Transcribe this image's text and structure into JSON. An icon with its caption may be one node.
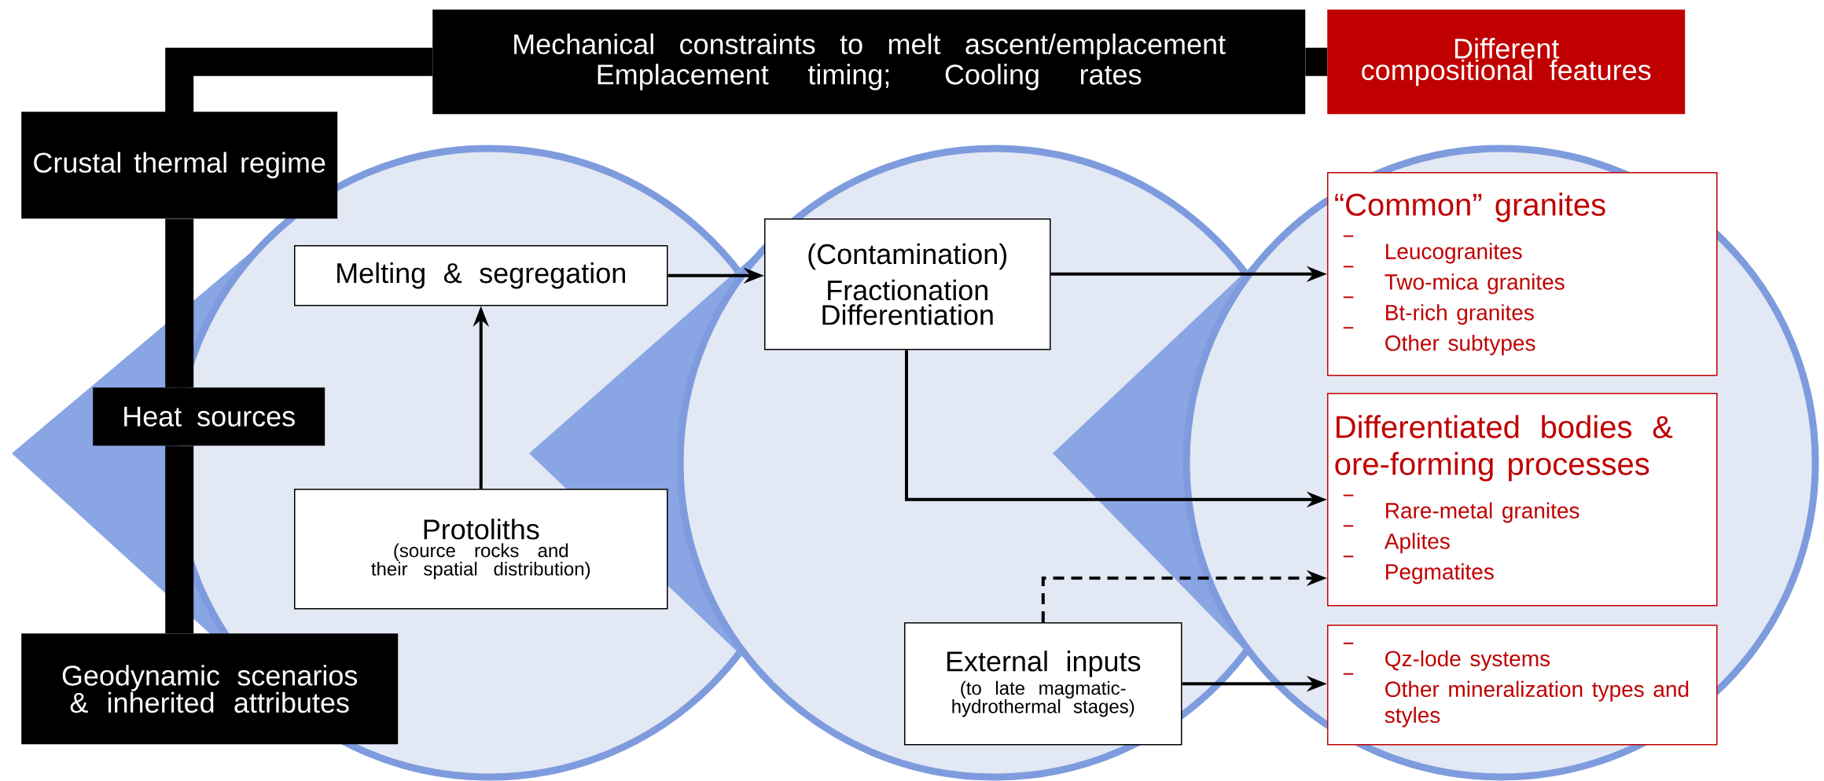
{
  "diagram": {
    "nodes": [
      {
        "text": [
          "Mechanical constraints to melt ascent/emplacement",
          "Emplacement timing; Cooling rates"
        ]
      },
      {
        "text": [
          "Different compositional features"
        ]
      },
      {
        "text": [
          "Crustal thermal regime"
        ]
      },
      {
        "text": [
          "Melting & segregation"
        ]
      },
      {
        "text": [
          "(Contamination)",
          "Fractionation",
          "Differentiation"
        ]
      },
      {
        "text": [
          "“Common” granites",
          "Leucogranites",
          "Two-mica granites",
          "Bt-rich granites",
          "Other subtypes"
        ]
      },
      {
        "text": [
          "Heat sources"
        ]
      },
      {
        "text": [
          "Differentiated bodies & ore-forming processes",
          "Rare-metal granites",
          "Aplites",
          "Pegmatites"
        ]
      },
      {
        "text": [
          "Protoliths",
          "(source rocks and their spatial distribution)"
        ]
      },
      {
        "text": [
          "External inputs",
          "(to late magmatic-hydrothermal stages)"
        ]
      },
      {
        "text": [
          "Qz-lode systems",
          "Other mineralization types and styles"
        ]
      },
      {
        "text": [
          "Geodynamic scenarios & inherited attributes"
        ]
      }
    ],
    "edges": [
      {
        "from": 2,
        "to": 0,
        "arrow": "none",
        "style": "thick"
      },
      {
        "from": 0,
        "to": 1,
        "arrow": "none",
        "style": "thick"
      },
      {
        "from": 2,
        "to": 6,
        "arrow": "none",
        "style": "thick"
      },
      {
        "from": 6,
        "to": 11,
        "arrow": "none",
        "style": "thick"
      },
      {
        "from": 8,
        "to": 3,
        "arrow": "to"
      },
      {
        "from": 3,
        "to": 4,
        "arrow": "to"
      },
      {
        "from": 4,
        "to": 5,
        "arrow": "to"
      },
      {
        "from": 4,
        "to": 7,
        "arrow": "to"
      },
      {
        "from": 9,
        "to": 7,
        "arrow": "to",
        "style": "dashed"
      },
      {
        "from": 9,
        "to": 10,
        "arrow": "to"
      }
    ]
  }
}
